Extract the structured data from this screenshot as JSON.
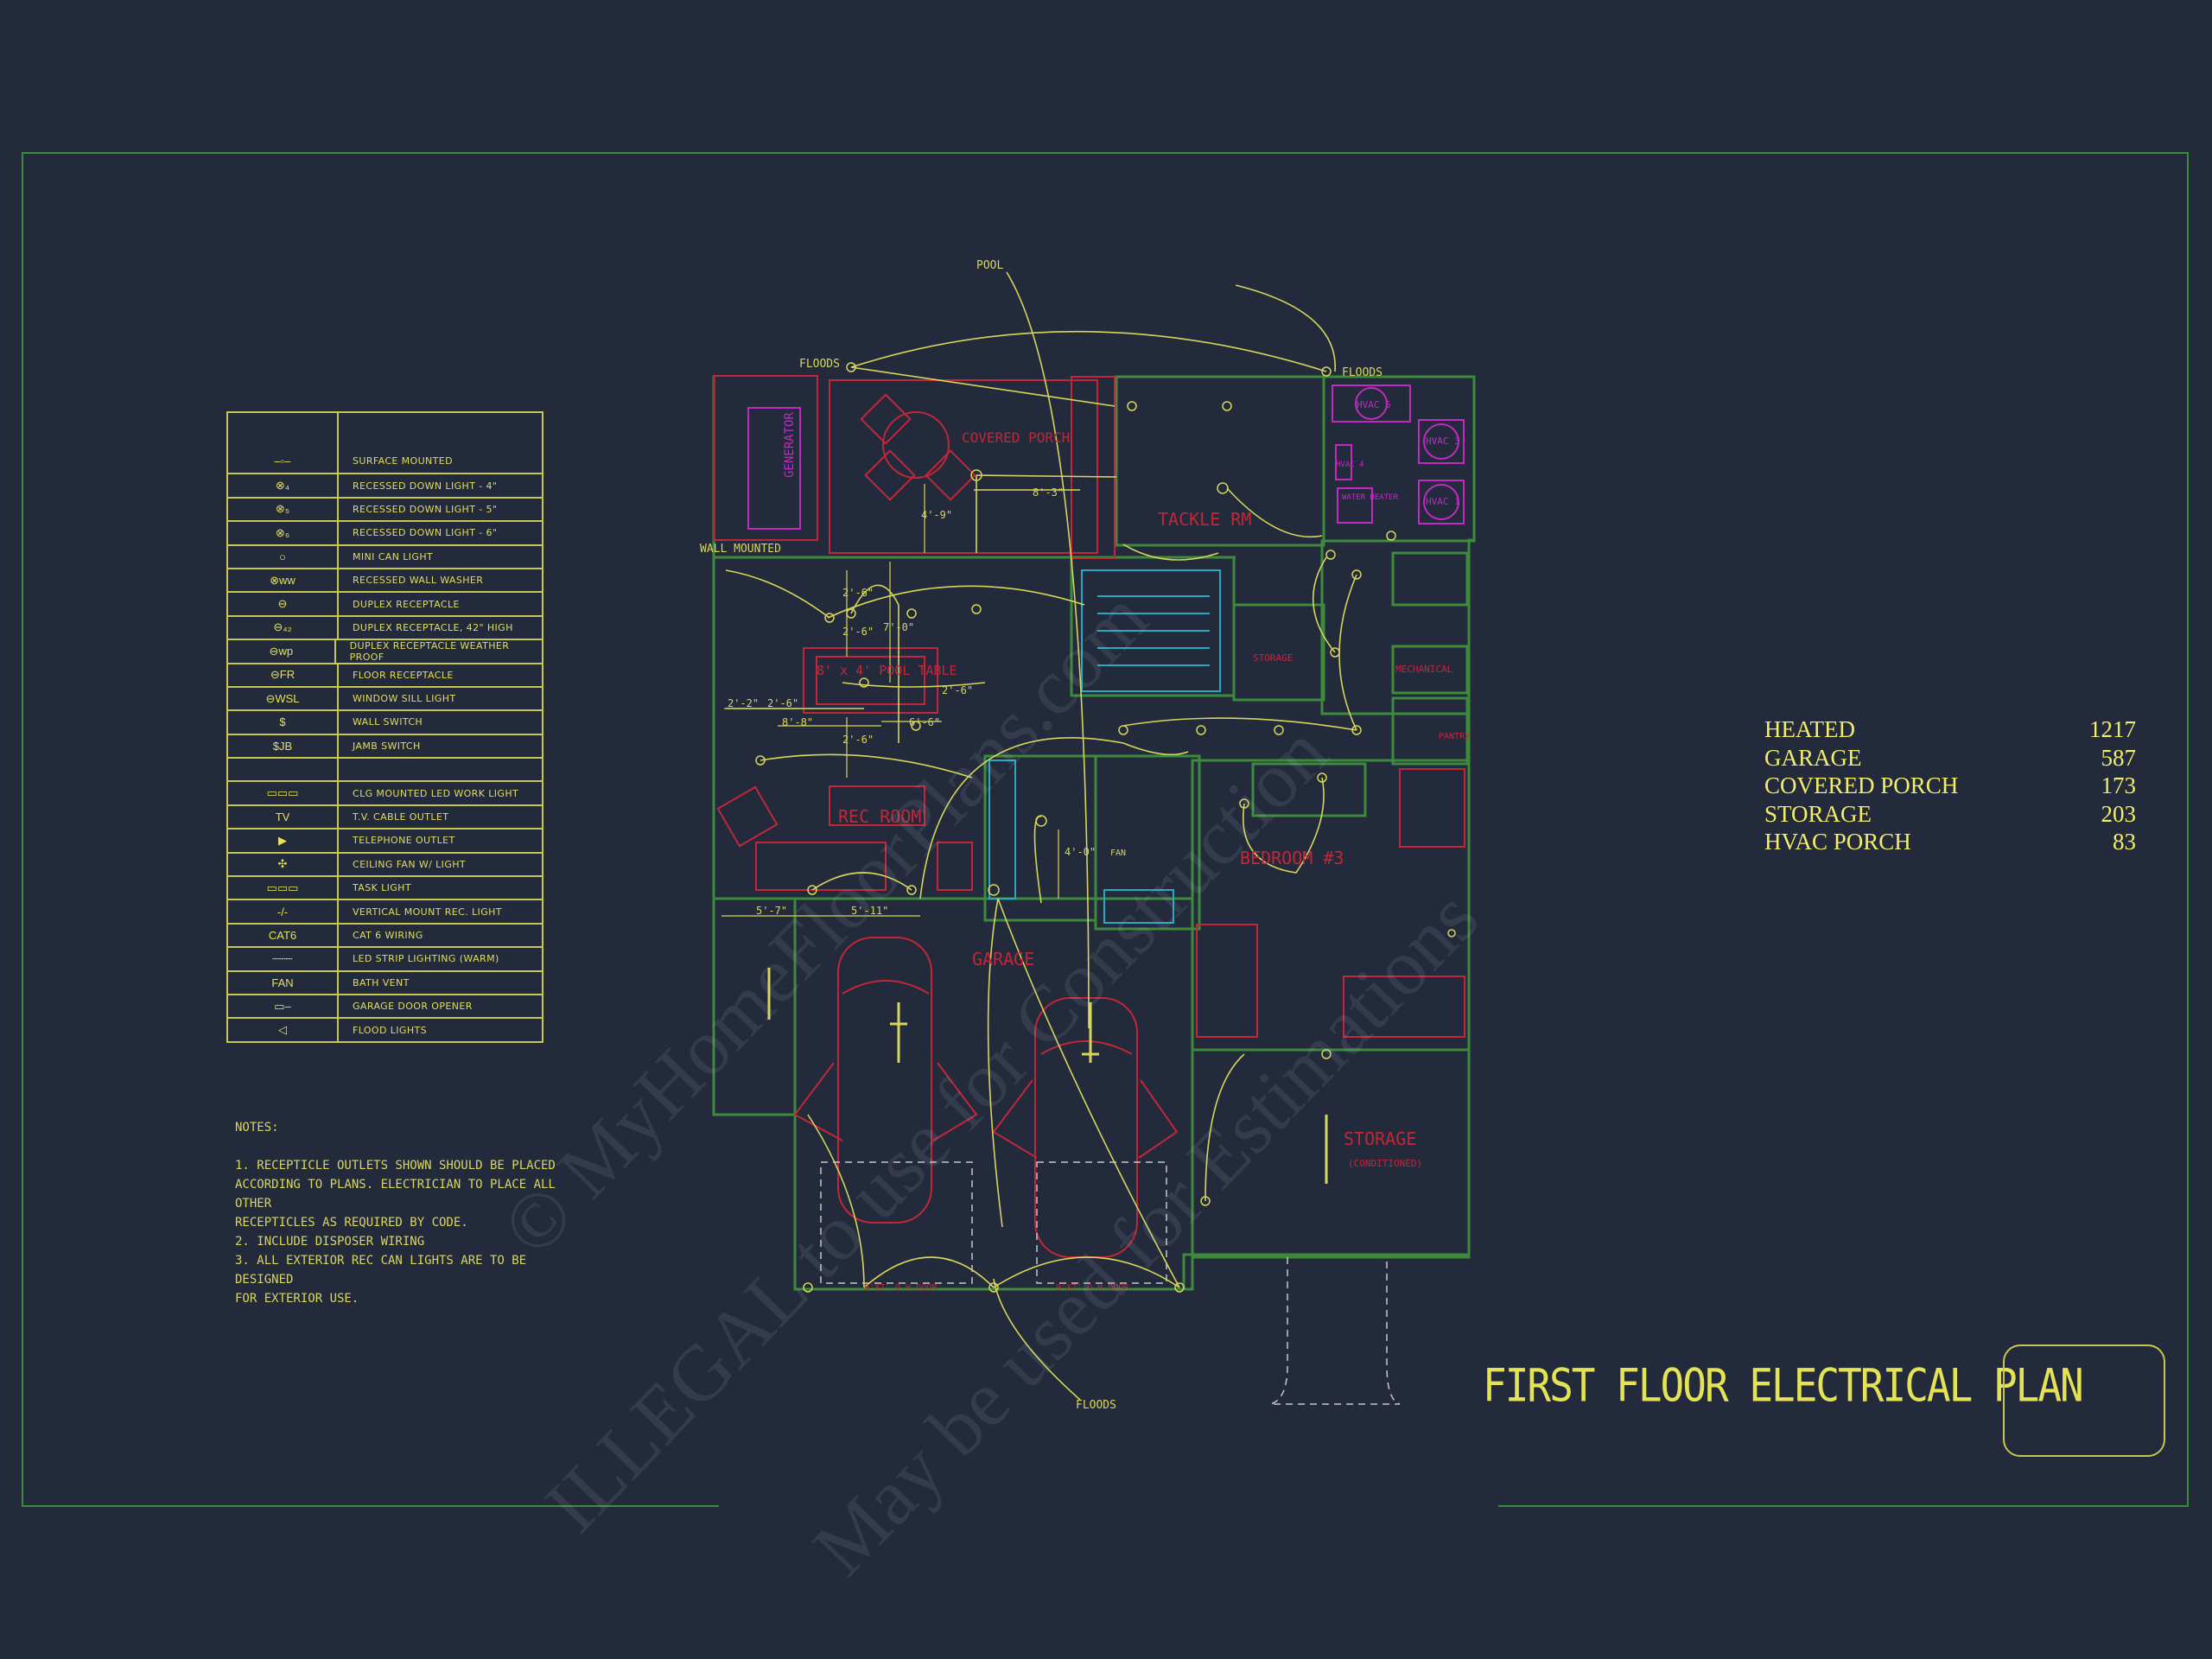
{
  "legend": {
    "items": [
      {
        "symbol": "–◦–",
        "label": "Surface Mounted"
      },
      {
        "symbol": "⊗₄",
        "label": "Recessed Down Light - 4\""
      },
      {
        "symbol": "⊗₅",
        "label": "Recessed Down Light - 5\""
      },
      {
        "symbol": "⊗₆",
        "label": "Recessed Down Light - 6\""
      },
      {
        "symbol": "○",
        "label": "Mini Can Light"
      },
      {
        "symbol": "⊗ww",
        "label": "Recessed Wall Washer"
      },
      {
        "symbol": "⊖",
        "label": "Duplex Receptacle"
      },
      {
        "symbol": "⊖₄₂",
        "label": "Duplex Receptacle, 42\" High"
      },
      {
        "symbol": "⊖wp",
        "label": "Duplex Receptacle Weather Proof"
      },
      {
        "symbol": "⊖FR",
        "label": "Floor Receptacle"
      },
      {
        "symbol": "⊖WSL",
        "label": "Window Sill Light"
      },
      {
        "symbol": "$",
        "label": "Wall Switch"
      },
      {
        "symbol": "$JB",
        "label": "Jamb Switch"
      },
      {
        "symbol": "",
        "label": ""
      },
      {
        "symbol": "▭▭▭",
        "label": "CLG Mounted LED Work Light"
      },
      {
        "symbol": "TV",
        "label": "T.V. Cable Outlet"
      },
      {
        "symbol": "▶",
        "label": "Telephone Outlet"
      },
      {
        "symbol": "✣",
        "label": "Ceiling Fan w/ Light"
      },
      {
        "symbol": "▭▭▭",
        "label": "Task Light"
      },
      {
        "symbol": "-/-",
        "label": "Vertical Mount Rec. Light"
      },
      {
        "symbol": "CAT6",
        "label": "CAT 6 Wiring"
      },
      {
        "symbol": "┄┄┄",
        "label": "LED Strip Lighting (Warm)"
      },
      {
        "symbol": "FAN",
        "label": "Bath Vent"
      },
      {
        "symbol": "▭–",
        "label": "Garage Door Opener"
      },
      {
        "symbol": "◁",
        "label": "Flood Lights"
      }
    ]
  },
  "notes": {
    "heading": "NOTES:",
    "lines": [
      "1. RECEPTICLE OUTLETS SHOWN SHOULD BE PLACED\nACCORDING TO PLANS.  ELECTRICIAN TO PLACE ALL OTHER\nRECEPTICLES AS REQUIRED BY CODE.",
      "2.  INCLUDE DISPOSER WIRING",
      "3.  ALL EXTERIOR REC CAN LIGHTS ARE TO BE DESIGNED\nFOR EXTERIOR USE."
    ]
  },
  "areas": [
    {
      "name": "HEATED",
      "value": "1217"
    },
    {
      "name": "GARAGE",
      "value": "587"
    },
    {
      "name": "COVERED PORCH",
      "value": "173"
    },
    {
      "name": "STORAGE",
      "value": "203"
    },
    {
      "name": "HVAC PORCH",
      "value": "83"
    }
  ],
  "plan": {
    "title": "FIRST FLOOR ELECTRICAL PLAN",
    "rooms": {
      "covered_porch": "COVERED PORCH",
      "generator": "GENERATOR",
      "tackle_rm": "TACKLE RM",
      "pool_table": "8' x 4' POOL TABLE",
      "rec_room": "REC ROOM",
      "garage": "GARAGE",
      "bedroom": "BEDROOM #3",
      "storage": "STORAGE",
      "storage_sub": "(CONDITIONED)",
      "hvac5": "HVAC 5",
      "hvac3": "HVAC 3",
      "hvac4": "HVAC 4",
      "hvac1": "HVAC 1",
      "mechanical": "MECHANICAL",
      "water_heater": "WATER HEATER",
      "storage_small": "STORAGE",
      "pantry": "PANTRY",
      "fan": "FAN",
      "opener1": "9'X7' O.H.DOOR",
      "opener2": "9'X7' O.H.DOOR"
    },
    "labels": {
      "pool": "POOL",
      "floods_l": "FLOODS",
      "floods_r": "FLOODS",
      "floods_b": "FLOODS",
      "wall_mounted": "WALL MOUNTED"
    },
    "dims": [
      "8'-3\"",
      "4'-9\"",
      "2'-6\"",
      "7'-0\"",
      "2'-6\"",
      "2'-6\"",
      "2'-2\"",
      "2'-6\"",
      "8'-8\"",
      "6'-6\"",
      "2'-6\"",
      "5'-7\"",
      "5'-11\"",
      "4'-0\""
    ]
  },
  "watermark": {
    "line1": "© MyHomeFloorPlans.com",
    "line2": "ILLEGAL to use for Construction",
    "line3": "May be used for Estimations"
  },
  "colors": {
    "background": "#232a3b",
    "wall": "#3c8a3c",
    "electrical": "#d7d65a",
    "furniture": "#c0283a",
    "hvac": "#c02ac0",
    "stair": "#2aa8c0"
  }
}
